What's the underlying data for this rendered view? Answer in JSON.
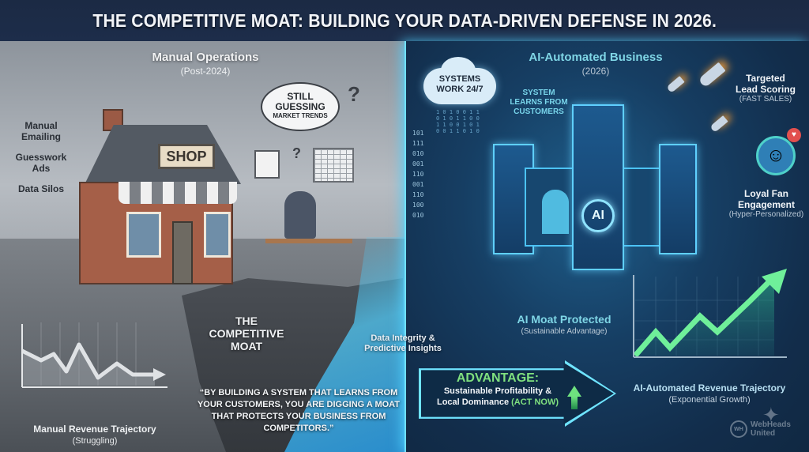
{
  "title": "THE COMPETITIVE MOAT: BUILDING YOUR DATA-DRIVEN DEFENSE IN 2026.",
  "left_panel": {
    "heading": "Manual Operations",
    "subheading": "(Post-2024)",
    "side_labels": [
      "Manual Emailing",
      "Guesswork Ads",
      "Data Silos"
    ],
    "shop_sign": "SHOP",
    "speech_bubble": {
      "line1": "STILL",
      "line2": "GUESSING",
      "line3": "MARKET TRENDS"
    },
    "question_mark": "?",
    "moat_label": {
      "line1": "THE COMPETITIVE",
      "line2": "MOAT"
    },
    "chart_caption": {
      "title": "Manual Revenue Trajectory",
      "subtitle": "(Struggling)"
    },
    "quote": "“BY BUILDING A SYSTEM THAT LEARNS FROM YOUR CUSTOMERS, YOU ARE DIGGING A MOAT THAT PROTECTS YOUR BUSINESS FROM COMPETITORS.”",
    "colors": {
      "sky": "#b7bcc2",
      "ground": "#62676d",
      "text_dark": "#2a2f36"
    }
  },
  "right_panel": {
    "heading": "AI-Automated Business",
    "subheading": "(2026)",
    "cloud_text": {
      "line1": "SYSTEMS",
      "line2": "WORK 24/7"
    },
    "learns_label": {
      "line1": "SYSTEM",
      "line2": "LEARNS FROM",
      "line3": "CUSTOMERS"
    },
    "ai_badge": "AI",
    "lead_scoring": {
      "line1": "Targeted",
      "line2": "Lead Scoring",
      "line3": "(FAST SALES)"
    },
    "fan_engagement": {
      "line1": "Loyal Fan",
      "line2": "Engagement",
      "line3": "(Hyper-Personalized)"
    },
    "data_integrity": {
      "line1": "Data Integrity &",
      "line2": "Predictive Insights"
    },
    "moat_protected": {
      "title": "AI Moat Protected",
      "subtitle": "(Sustainable Advantage)"
    },
    "advantage": {
      "title": "ADVANTAGE:",
      "line1": "Sustainable Profitability &",
      "line2": "Local Dominance",
      "cta": "(ACT NOW)"
    },
    "chart_caption": {
      "title": "AI-Automated Revenue Trajectory",
      "subtitle": "(Exponential Growth)"
    },
    "binary_rows": [
      "101",
      "111",
      "010",
      "001",
      "110",
      "001",
      "110",
      "100",
      "010"
    ],
    "colors": {
      "accent_cyan": "#7fd6e6",
      "glow": "#6fe4ff",
      "green": "#7fe07f",
      "bg": "#163e63"
    }
  },
  "watermark": {
    "mark": "WH",
    "line1": "WebHeads",
    "line2": "United"
  },
  "chart_data": [
    {
      "type": "line",
      "title": "Manual Revenue Trajectory",
      "subtitle": "(Struggling)",
      "x": [
        0,
        1,
        2,
        3,
        4,
        5,
        6,
        7
      ],
      "values": [
        70,
        55,
        65,
        40,
        75,
        35,
        50,
        32
      ],
      "trend": "declining/flat",
      "grid": true
    },
    {
      "type": "area",
      "title": "AI-Automated Revenue Trajectory",
      "subtitle": "(Exponential Growth)",
      "x": [
        0,
        1,
        2,
        3,
        4,
        5,
        6
      ],
      "values": [
        5,
        30,
        15,
        55,
        35,
        75,
        100
      ],
      "trend": "exponential growth",
      "grid": true
    }
  ]
}
